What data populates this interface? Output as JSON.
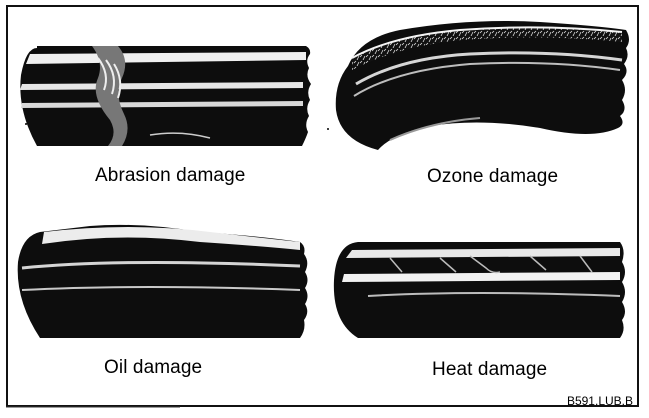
{
  "captions": {
    "abrasion": "Abrasion damage",
    "ozone": "Ozone damage",
    "oil": "Oil damage",
    "heat": "Heat damage"
  },
  "reference_code": "B591.LUB.B",
  "colors": {
    "hose_body": "#0d0d0d",
    "highlight": "#f4f4f4",
    "frame": "#111111"
  }
}
